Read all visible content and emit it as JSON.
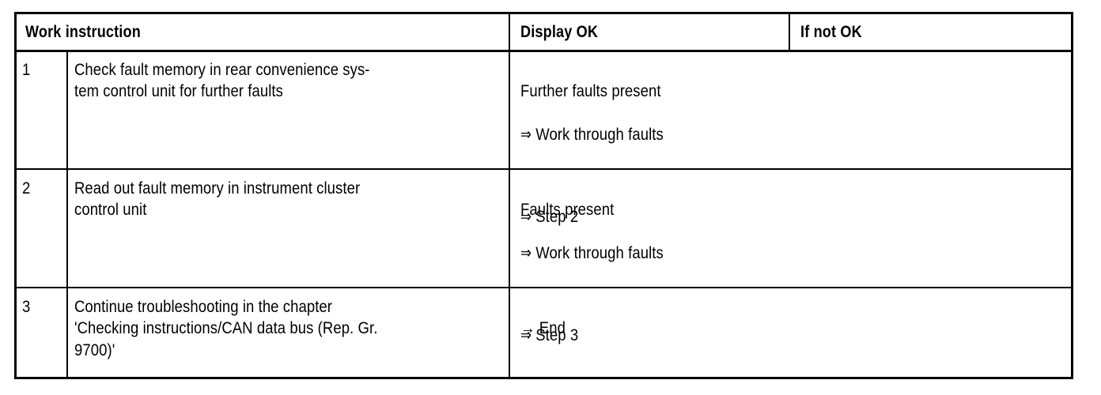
{
  "document": {
    "type": "procedure-table",
    "background": "#ffffff",
    "foreground": "#000000"
  },
  "table": {
    "headers": {
      "work_instruction": "Work instruction",
      "display_ok": "Display OK",
      "if_not_ok": "If not OK"
    },
    "rows": [
      {
        "number": "1",
        "instruction": "Check fault memory in rear convenience sys-\ntem control unit for further faults",
        "display_ok": {
          "status": "Further faults present",
          "action": "⇒ Work through faults",
          "next": "⇒ Step 2"
        },
        "if_not_ok": ""
      },
      {
        "number": "2",
        "instruction": "Read out fault memory in instrument cluster\ncontrol unit",
        "display_ok": {
          "status": "Faults present",
          "action": "⇒ Work through faults",
          "next": "⇒ Step 3"
        },
        "if_not_ok": ""
      },
      {
        "number": "3",
        "instruction": "Continue troubleshooting in the chapter\n'Checking instructions/CAN data bus (Rep. Gr.\n9700)'",
        "display_ok": {
          "status": "→ End",
          "action": "",
          "next": ""
        },
        "if_not_ok": ""
      }
    ]
  },
  "glyphs": {
    "double_arrow": "⇒",
    "single_arrow": "→"
  }
}
